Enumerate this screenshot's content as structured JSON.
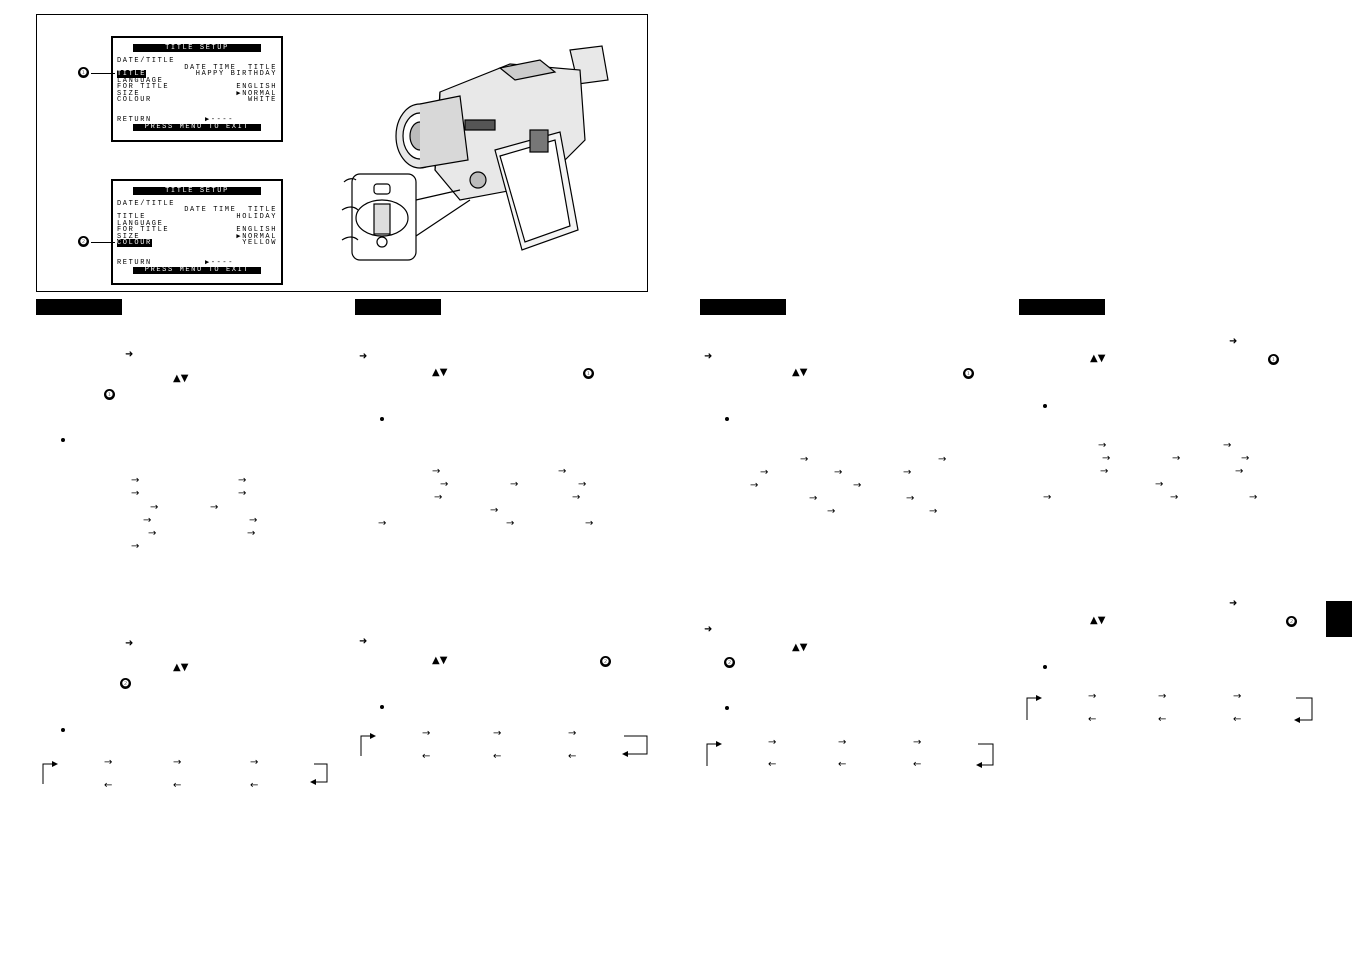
{
  "osd1": {
    "header": "TITLE SETUP",
    "date_title": "DATE/TITLE",
    "date_time_title": "DATE TIME  TITLE",
    "title_label": "TITLE",
    "title_value": "HAPPY BIRTHDAY",
    "language_label": "LANGUAGE",
    "for_title_label": "FOR TITLE",
    "language_value": "ENGLISH",
    "size_label": "SIZE",
    "size_value": "▶NORMAL",
    "colour_label": "COLOUR",
    "colour_value": "WHITE",
    "return_label": "RETURN",
    "return_value": "▶----",
    "footer": "PRESS MENU TO EXIT"
  },
  "osd2": {
    "header": "TITLE SETUP",
    "date_title": "DATE/TITLE",
    "date_time_title": "DATE TIME  TITLE",
    "title_label": "TITLE",
    "title_value": "HOLIDAY",
    "language_label": "LANGUAGE",
    "for_title_label": "FOR TITLE",
    "language_value": "ENGLISH",
    "size_label": "SIZE",
    "size_value": "▶NORMAL",
    "colour_label": "COLOUR",
    "colour_value": "YELLOW",
    "return_label": "RETURN",
    "return_value": "▶----",
    "footer": "PRESS MENU TO EXIT"
  },
  "markers": {
    "one": "❶",
    "two": "❷"
  },
  "glyphs": {
    "arrow_right": "→",
    "arrow_left": "←",
    "short_arrow": "➜",
    "up_down": "▲▼"
  },
  "colors": {
    "ink": "#000000",
    "paper": "#ffffff"
  },
  "icons": [
    "camcorder-illustration",
    "dial-detail-icon",
    "thumb-tab"
  ]
}
